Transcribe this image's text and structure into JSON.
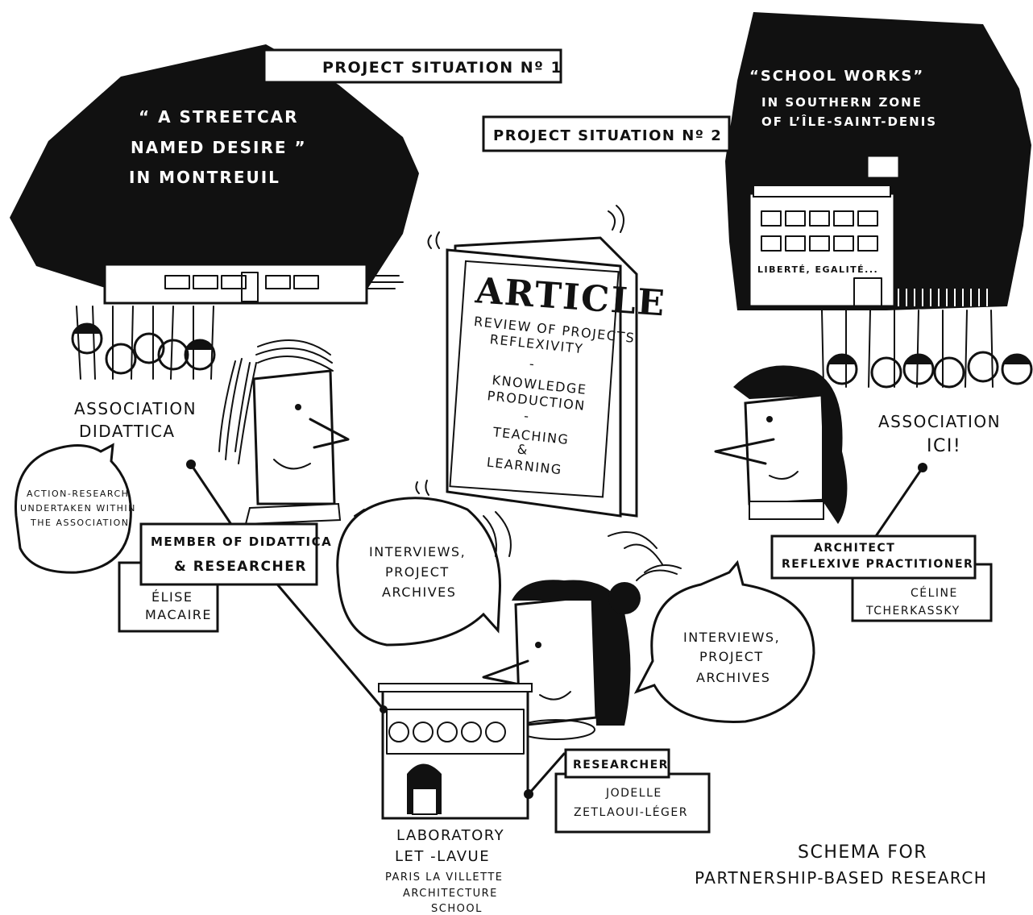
{
  "situation1": {
    "tag": "PROJECT SITUATION Nº 1",
    "title_lines": [
      "“ A STREETCAR",
      "NAMED DESIRE ”",
      "IN MONTREUIL"
    ]
  },
  "situation2": {
    "tag": "PROJECT SITUATION Nº 2",
    "title_lines": [
      "“SCHOOL WORKS”",
      "IN SOUTHERN ZONE",
      "OF L’ÎLE-SAINT-DENIS"
    ],
    "building_sign": "LIBERTÉ, EGALITÉ..."
  },
  "article": {
    "heading": "ARTICLE",
    "lines": [
      "REVIEW OF PROJECTS",
      "REFLEXIVITY",
      "-",
      "KNOWLEDGE",
      "PRODUCTION",
      "-",
      "TEACHING",
      "&",
      "LEARNING"
    ]
  },
  "association_didattica": {
    "name_lines": [
      "ASSOCIATION",
      "DIDATTICA"
    ],
    "bubble_lines": [
      "ACTION-RESEARCH",
      "UNDERTAKEN WITHIN",
      "THE ASSOCIATION"
    ],
    "role_lines": [
      "MEMBER OF DIDATTICA",
      "& RESEARCHER"
    ],
    "person_lines": [
      "ÉLISE",
      "MACAIRE"
    ]
  },
  "association_ici": {
    "name_lines": [
      "ASSOCIATION",
      "ICI!"
    ],
    "role_lines": [
      "ARCHITECT",
      "REFLEXIVE PRACTITIONER"
    ],
    "person_lines": [
      "CÉLINE",
      "TCHERKASSKY"
    ]
  },
  "researcher": {
    "bubble_left_lines": [
      "INTERVIEWS,",
      "PROJECT",
      "ARCHIVES"
    ],
    "bubble_right_lines": [
      "INTERVIEWS,",
      "PROJECT",
      "ARCHIVES"
    ],
    "role": "RESEARCHER",
    "person_lines": [
      "JODELLE",
      "ZETLAOUI-LÉGER"
    ]
  },
  "laboratory": {
    "lines": [
      "LABORATORY",
      "LET -LAVUE",
      "PARIS LA VILLETTE",
      "ARCHITECTURE",
      "SCHOOL"
    ]
  },
  "caption": {
    "lines": [
      "SCHEMA FOR",
      "PARTNERSHIP-BASED RESEARCH"
    ]
  }
}
